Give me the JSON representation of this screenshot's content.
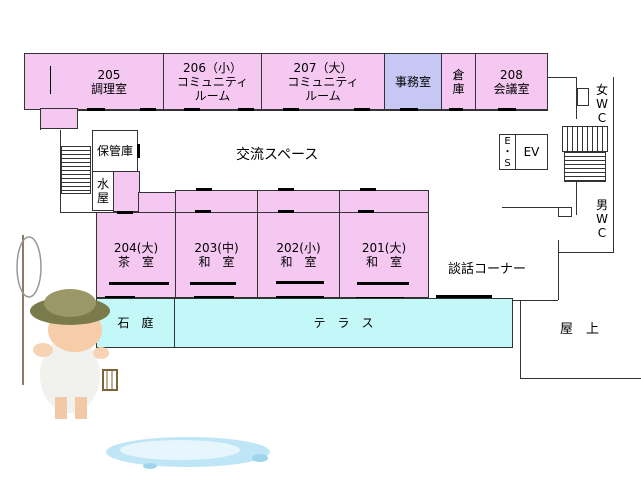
{
  "rooms": {
    "r205": "205\n調理室",
    "r206": "206（小）\nコミュニティ\nルーム",
    "r207": "207（大）\nコミュニティ\nルーム",
    "office": "事務室",
    "storage": "倉\n庫",
    "r208": "208\n会議室",
    "nursery_store": "保管庫",
    "water_room": "水\n屋",
    "r204": "204(大)\n茶　室",
    "r203": "203(中)\n和　室",
    "r202": "202(小)\n和　室",
    "r201": "201(大)\n和　室",
    "stone_garden": "石　庭",
    "terrace": "テ　ラ　ス"
  },
  "labels": {
    "exchange_space": "交流スペース",
    "talk_corner": "談話コーナー",
    "rooftop": "屋　上",
    "es": "E\n・\nS",
    "ev": "EV",
    "women_wc": "女\nW\nC",
    "men_wc": "男\nW\nC"
  },
  "colors": {
    "room_pink": "#f5c8f2",
    "office_lavender": "#c6c8f3",
    "terrace_cyan": "#c4f7f7"
  },
  "decorations": [
    "child-with-bug-net-illustration",
    "puddle-illustration"
  ]
}
